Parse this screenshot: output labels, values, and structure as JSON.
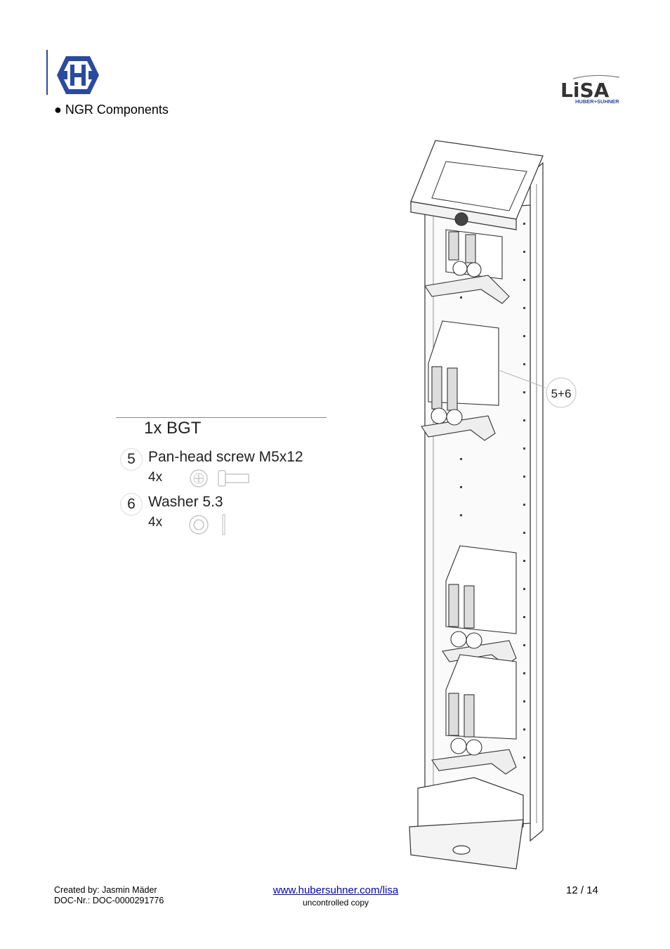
{
  "header": {
    "title": "● NGR Components",
    "lisa_logo_text": "LiSA",
    "lisa_logo_subtext": "HUBER+SUHNER"
  },
  "parts_list": {
    "kit": "1x BGT",
    "items": [
      {
        "number": "5",
        "description": "Pan-head screw M5x12",
        "quantity": "4x"
      },
      {
        "number": "6",
        "description": "Washer 5.3",
        "quantity": "4x"
      }
    ]
  },
  "drawing": {
    "callout": "5+6"
  },
  "footer": {
    "created_by": "Created by: Jasmin Mäder",
    "doc_nr": "DOC-Nr.: DOC-0000291776",
    "link": "www.hubersuhner.com/lisa",
    "note": "uncontrolled copy",
    "page": "12 / 14"
  },
  "colors": {
    "brand_blue": "#2a4aa0",
    "link_blue": "#0000cc"
  }
}
